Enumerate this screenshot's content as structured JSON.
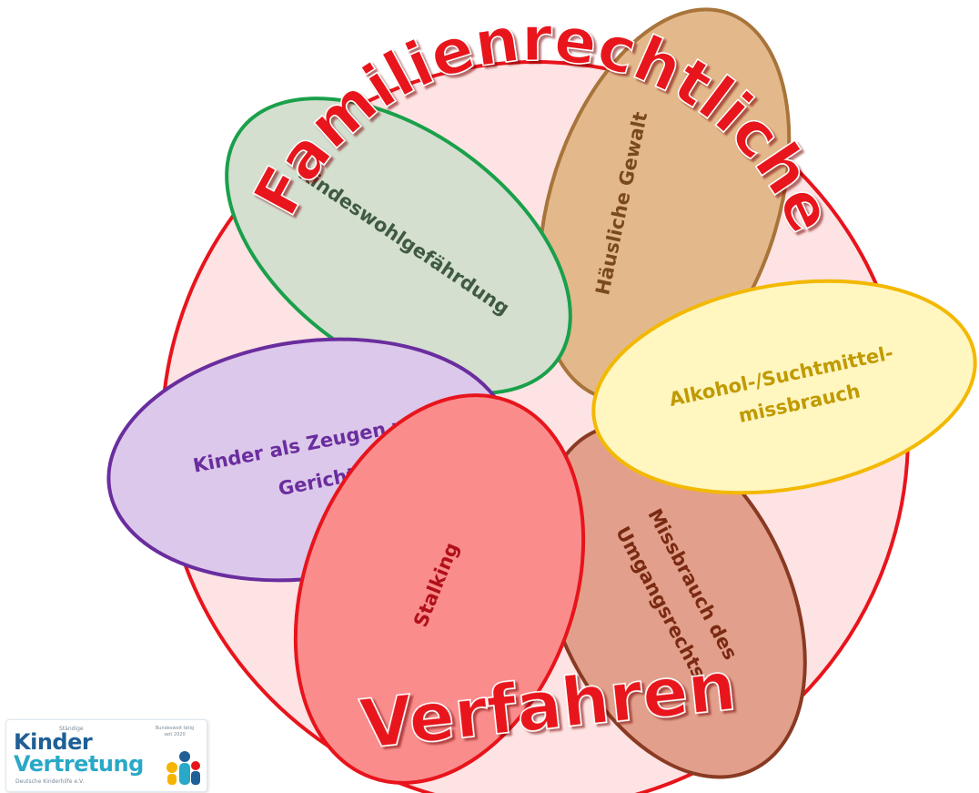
{
  "title_top": "Familienrechtliche",
  "title_bottom": "Verfahren",
  "petals": {
    "kindeswohl": "Kindeswohlgefährdung",
    "gewalt": "Häusliche Gewalt",
    "alkohol_line1": "Alkohol-/Suchtmittel-",
    "alkohol_line2": "missbrauch",
    "zeugen_line1": "Kinder als Zeugen vor",
    "zeugen_line2": "Gericht",
    "stalking": "Stalking",
    "umgang_line1": "Missbrauch des",
    "umgang_line2": "Umgangsrechts"
  },
  "logo": {
    "small": "Ständige",
    "kinder": "Kinder",
    "vertretung": "Vertretung",
    "sub": "Deutsche Kinderhilfe e.V.",
    "since": "Bundesweit tätig seit 2020"
  },
  "colors": {
    "circle_fill": "#fde3e3",
    "circle_stroke": "#e8141c",
    "title": "#e8141c"
  }
}
